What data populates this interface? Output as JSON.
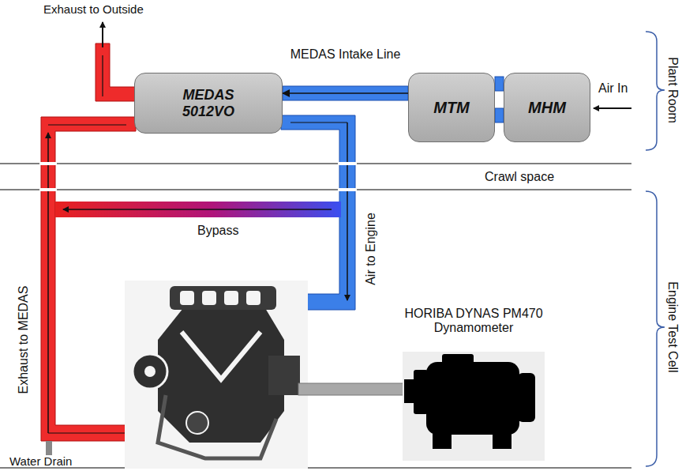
{
  "diagram": {
    "nodes": [
      {
        "text": [
          "MEDAS 5012VO"
        ]
      },
      {
        "text": [
          "MTM"
        ]
      },
      {
        "text": [
          "MHM"
        ]
      }
    ],
    "edges": [
      {
        "from": 1,
        "to": 0,
        "arrow": "to",
        "label": "MEDAS Intake Line"
      },
      {
        "from": 2,
        "to": 1,
        "arrow": "none"
      }
    ],
    "labels": [
      "Exhaust to Outside",
      "Air In",
      "Plant Room",
      "Crawl space",
      "Engine Test Cell",
      "Bypass",
      "Air to Engine",
      "Exhaust to MEDAS",
      "Water Drain",
      "HORIBA DYNAS PM470 Dynamometer"
    ]
  }
}
